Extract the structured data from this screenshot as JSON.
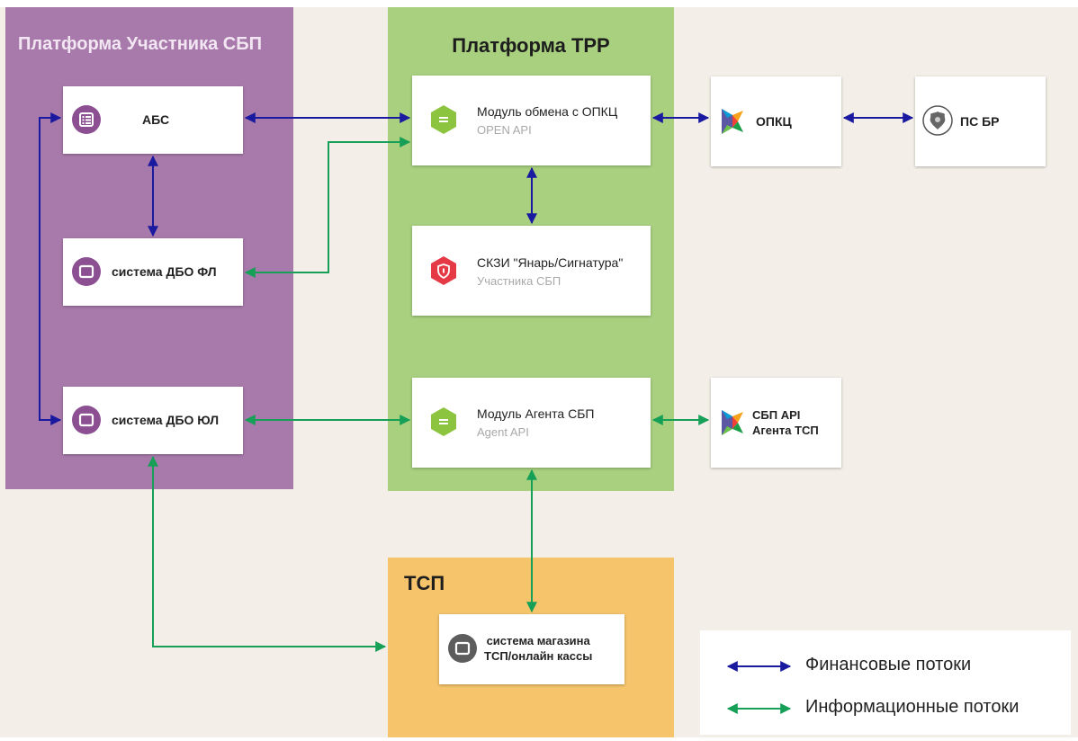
{
  "zones": {
    "participant": {
      "title": "Платформа Участника СБП",
      "color": "#a87aab"
    },
    "trr": {
      "title": "Платформа ТРР",
      "color": "#a8d07f"
    },
    "tsp": {
      "title": "ТСП",
      "color": "#f5c46b"
    }
  },
  "nodes": {
    "abs": {
      "label": "АБС",
      "icon": "list-icon"
    },
    "dbo_fl": {
      "label": "система ДБО ФЛ",
      "icon": "window-icon"
    },
    "dbo_ul": {
      "label": "система ДБО ЮЛ",
      "icon": "window-icon"
    },
    "opkc_module": {
      "label": "Модуль обмена с ОПКЦ",
      "sub": "OPEN API",
      "icon": "hexagon-module-icon"
    },
    "skzi": {
      "label": "СКЗИ \"Янарь/Сигнатура\"",
      "sub": "Участника СБП",
      "icon": "shield-hexagon-icon"
    },
    "agent_module": {
      "label": "Модуль Агента СБП",
      "sub": "Agent API",
      "icon": "hexagon-module-icon"
    },
    "opkc": {
      "label": "ОПКЦ",
      "icon": "sbp-logo-icon"
    },
    "ps_br": {
      "label": "ПС БР",
      "icon": "bank-of-russia-emblem-icon"
    },
    "sbp_api": {
      "line1": "СБП API",
      "line2": "Агента ТСП",
      "icon": "sbp-logo-icon"
    },
    "shop": {
      "line1": "система магазина",
      "line2": "ТСП/онлайн кассы",
      "icon": "window-icon"
    }
  },
  "legend": {
    "financial": "Финансовые потоки",
    "informational": "Информационные потоки"
  },
  "colors": {
    "financial_arrow": "#1a1aa0",
    "informational_arrow": "#16a057",
    "icon_purple": "#8b4f92",
    "icon_green": "#8cc43f",
    "icon_red": "#e63946",
    "icon_grey": "#5d5d5d"
  }
}
